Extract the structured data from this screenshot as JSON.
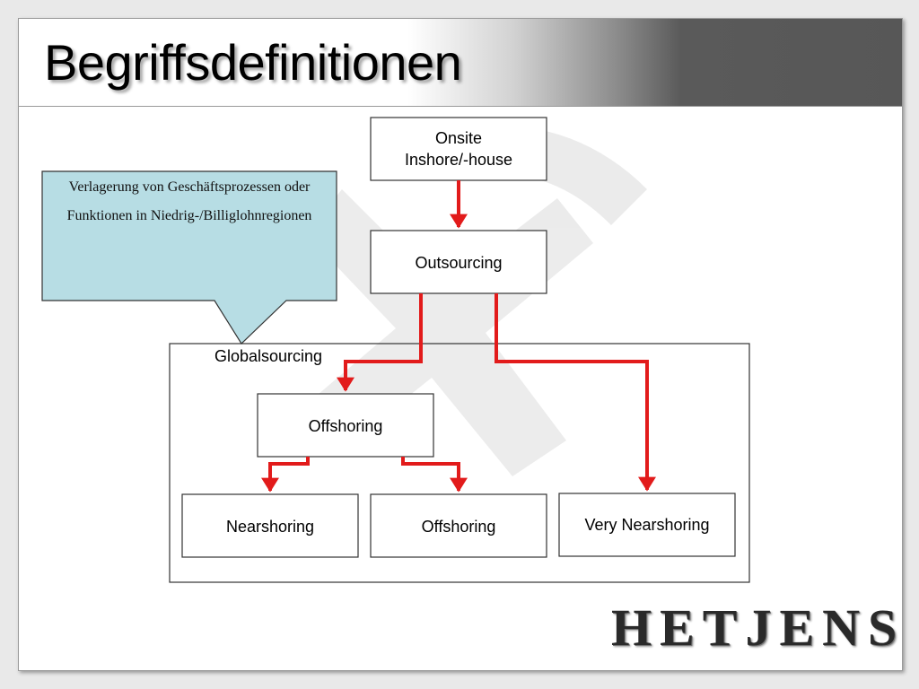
{
  "title": "Begriffsdefinitionen",
  "callout": {
    "text": "Verlagerung von Geschäftsprozessen oder Funktionen in Niedrig-/Billiglohnregionen"
  },
  "group": {
    "label": "Globalsourcing"
  },
  "nodes": {
    "onsite_line1": "Onsite",
    "onsite_line2": "Inshore/-house",
    "outsourcing": "Outsourcing",
    "offshoring_parent": "Offshoring",
    "nearshoring": "Nearshoring",
    "offshoring_child": "Offshoring",
    "very_nearshoring": "Very Nearshoring"
  },
  "logo": {
    "text": "HETJENS"
  },
  "colors": {
    "arrow": "#e21b1b",
    "callout_fill": "#b7dde4",
    "title_bar_dark": "#575757"
  }
}
